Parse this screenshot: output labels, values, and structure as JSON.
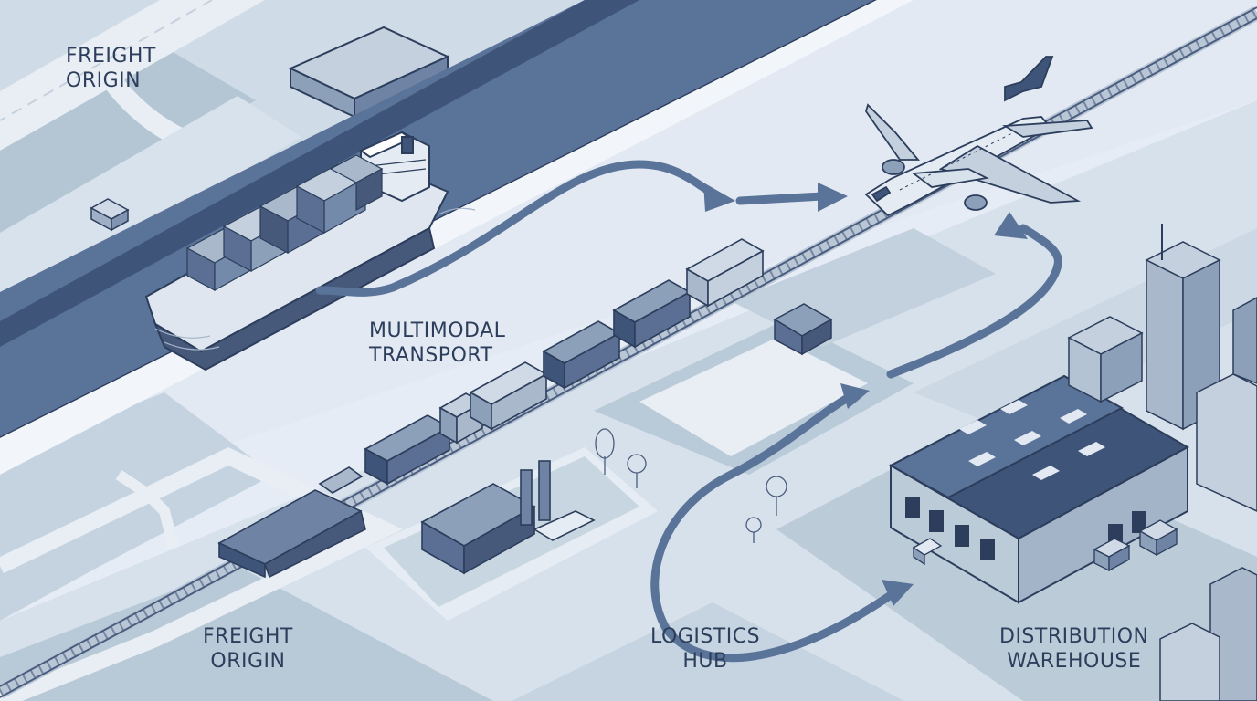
{
  "labels": {
    "freight_origin_top": [
      "FREIGHT",
      "ORIGIN"
    ],
    "multimodal_transport": [
      "MULTIMODAL",
      "TRANSPORT"
    ],
    "freight_origin_bottom": [
      "FREIGHT",
      "ORIGIN"
    ],
    "logistics_hub": [
      "LOGISTICS",
      "HUB"
    ],
    "distribution_warehouse": [
      "DISTRIBUTION",
      "WAREHOUSE"
    ]
  },
  "colors": {
    "background": "#e6ecf5",
    "water": "#5a7398",
    "water_dark": "#3e5478",
    "ground_light": "#cfdbe6",
    "ground_mid": "#b4c6d4",
    "road": "#e9eef5",
    "outline": "#2c3e5c",
    "container_dark": "#5a6f93",
    "container_light": "#aab8cb",
    "arrow": "#5a7398",
    "label_text": "#2c3e5c"
  },
  "icons": [
    "container-ship-icon",
    "freight-train-icon",
    "airplane-icon",
    "warehouse-icon",
    "factory-icon",
    "office-buildings-icon",
    "delivery-truck-icon",
    "tree-icon",
    "flow-arrow-icon"
  ]
}
